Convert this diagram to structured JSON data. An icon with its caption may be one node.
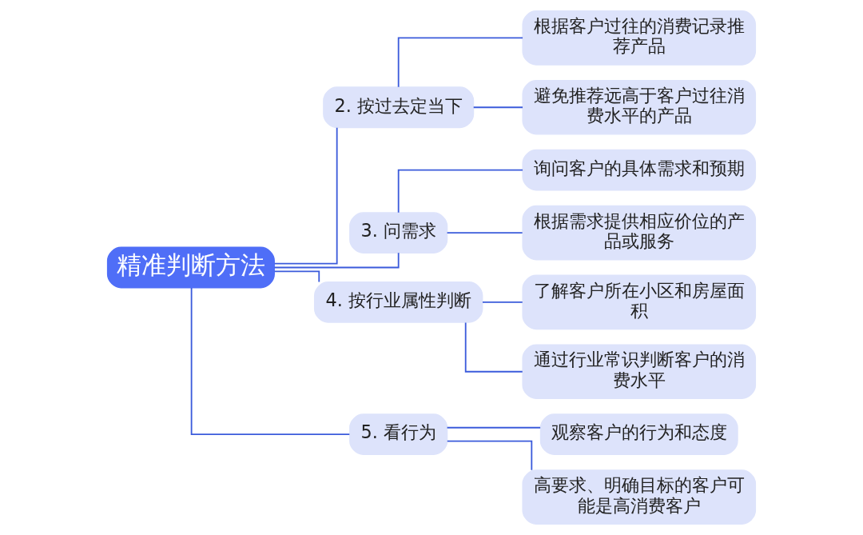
{
  "diagram": {
    "nodes": [
      {
        "text": [
          "精准判断方法"
        ]
      },
      {
        "text": [
          "2. 按过去定当下"
        ]
      },
      {
        "text": [
          "根据客户过往的消费记录推荐产品"
        ]
      },
      {
        "text": [
          "避免推荐远高于客户过往消费水平的产品"
        ]
      },
      {
        "text": [
          "3. 问需求"
        ]
      },
      {
        "text": [
          "询问客户的具体需求和预期"
        ]
      },
      {
        "text": [
          "根据需求提供相应价位的产品或服务"
        ]
      },
      {
        "text": [
          "4. 按行业属性判断"
        ]
      },
      {
        "text": [
          "了解客户所在小区和房屋面积"
        ]
      },
      {
        "text": [
          "通过行业常识判断客户的消费水平"
        ]
      },
      {
        "text": [
          "5. 看行为"
        ]
      },
      {
        "text": [
          "观察客户的行为和态度"
        ]
      },
      {
        "text": [
          "高要求、明确目标的客户可能是高消费客户"
        ]
      }
    ],
    "edges": [
      {
        "from": 0,
        "to": 1,
        "arrow": "none"
      },
      {
        "from": 1,
        "to": 2,
        "arrow": "none"
      },
      {
        "from": 1,
        "to": 3,
        "arrow": "none"
      },
      {
        "from": 0,
        "to": 4,
        "arrow": "none"
      },
      {
        "from": 4,
        "to": 5,
        "arrow": "none"
      },
      {
        "from": 4,
        "to": 6,
        "arrow": "none"
      },
      {
        "from": 0,
        "to": 7,
        "arrow": "none"
      },
      {
        "from": 7,
        "to": 8,
        "arrow": "none"
      },
      {
        "from": 7,
        "to": 9,
        "arrow": "none"
      },
      {
        "from": 0,
        "to": 10,
        "arrow": "none"
      },
      {
        "from": 10,
        "to": 11,
        "arrow": "none"
      },
      {
        "from": 10,
        "to": 12,
        "arrow": "none"
      }
    ]
  }
}
